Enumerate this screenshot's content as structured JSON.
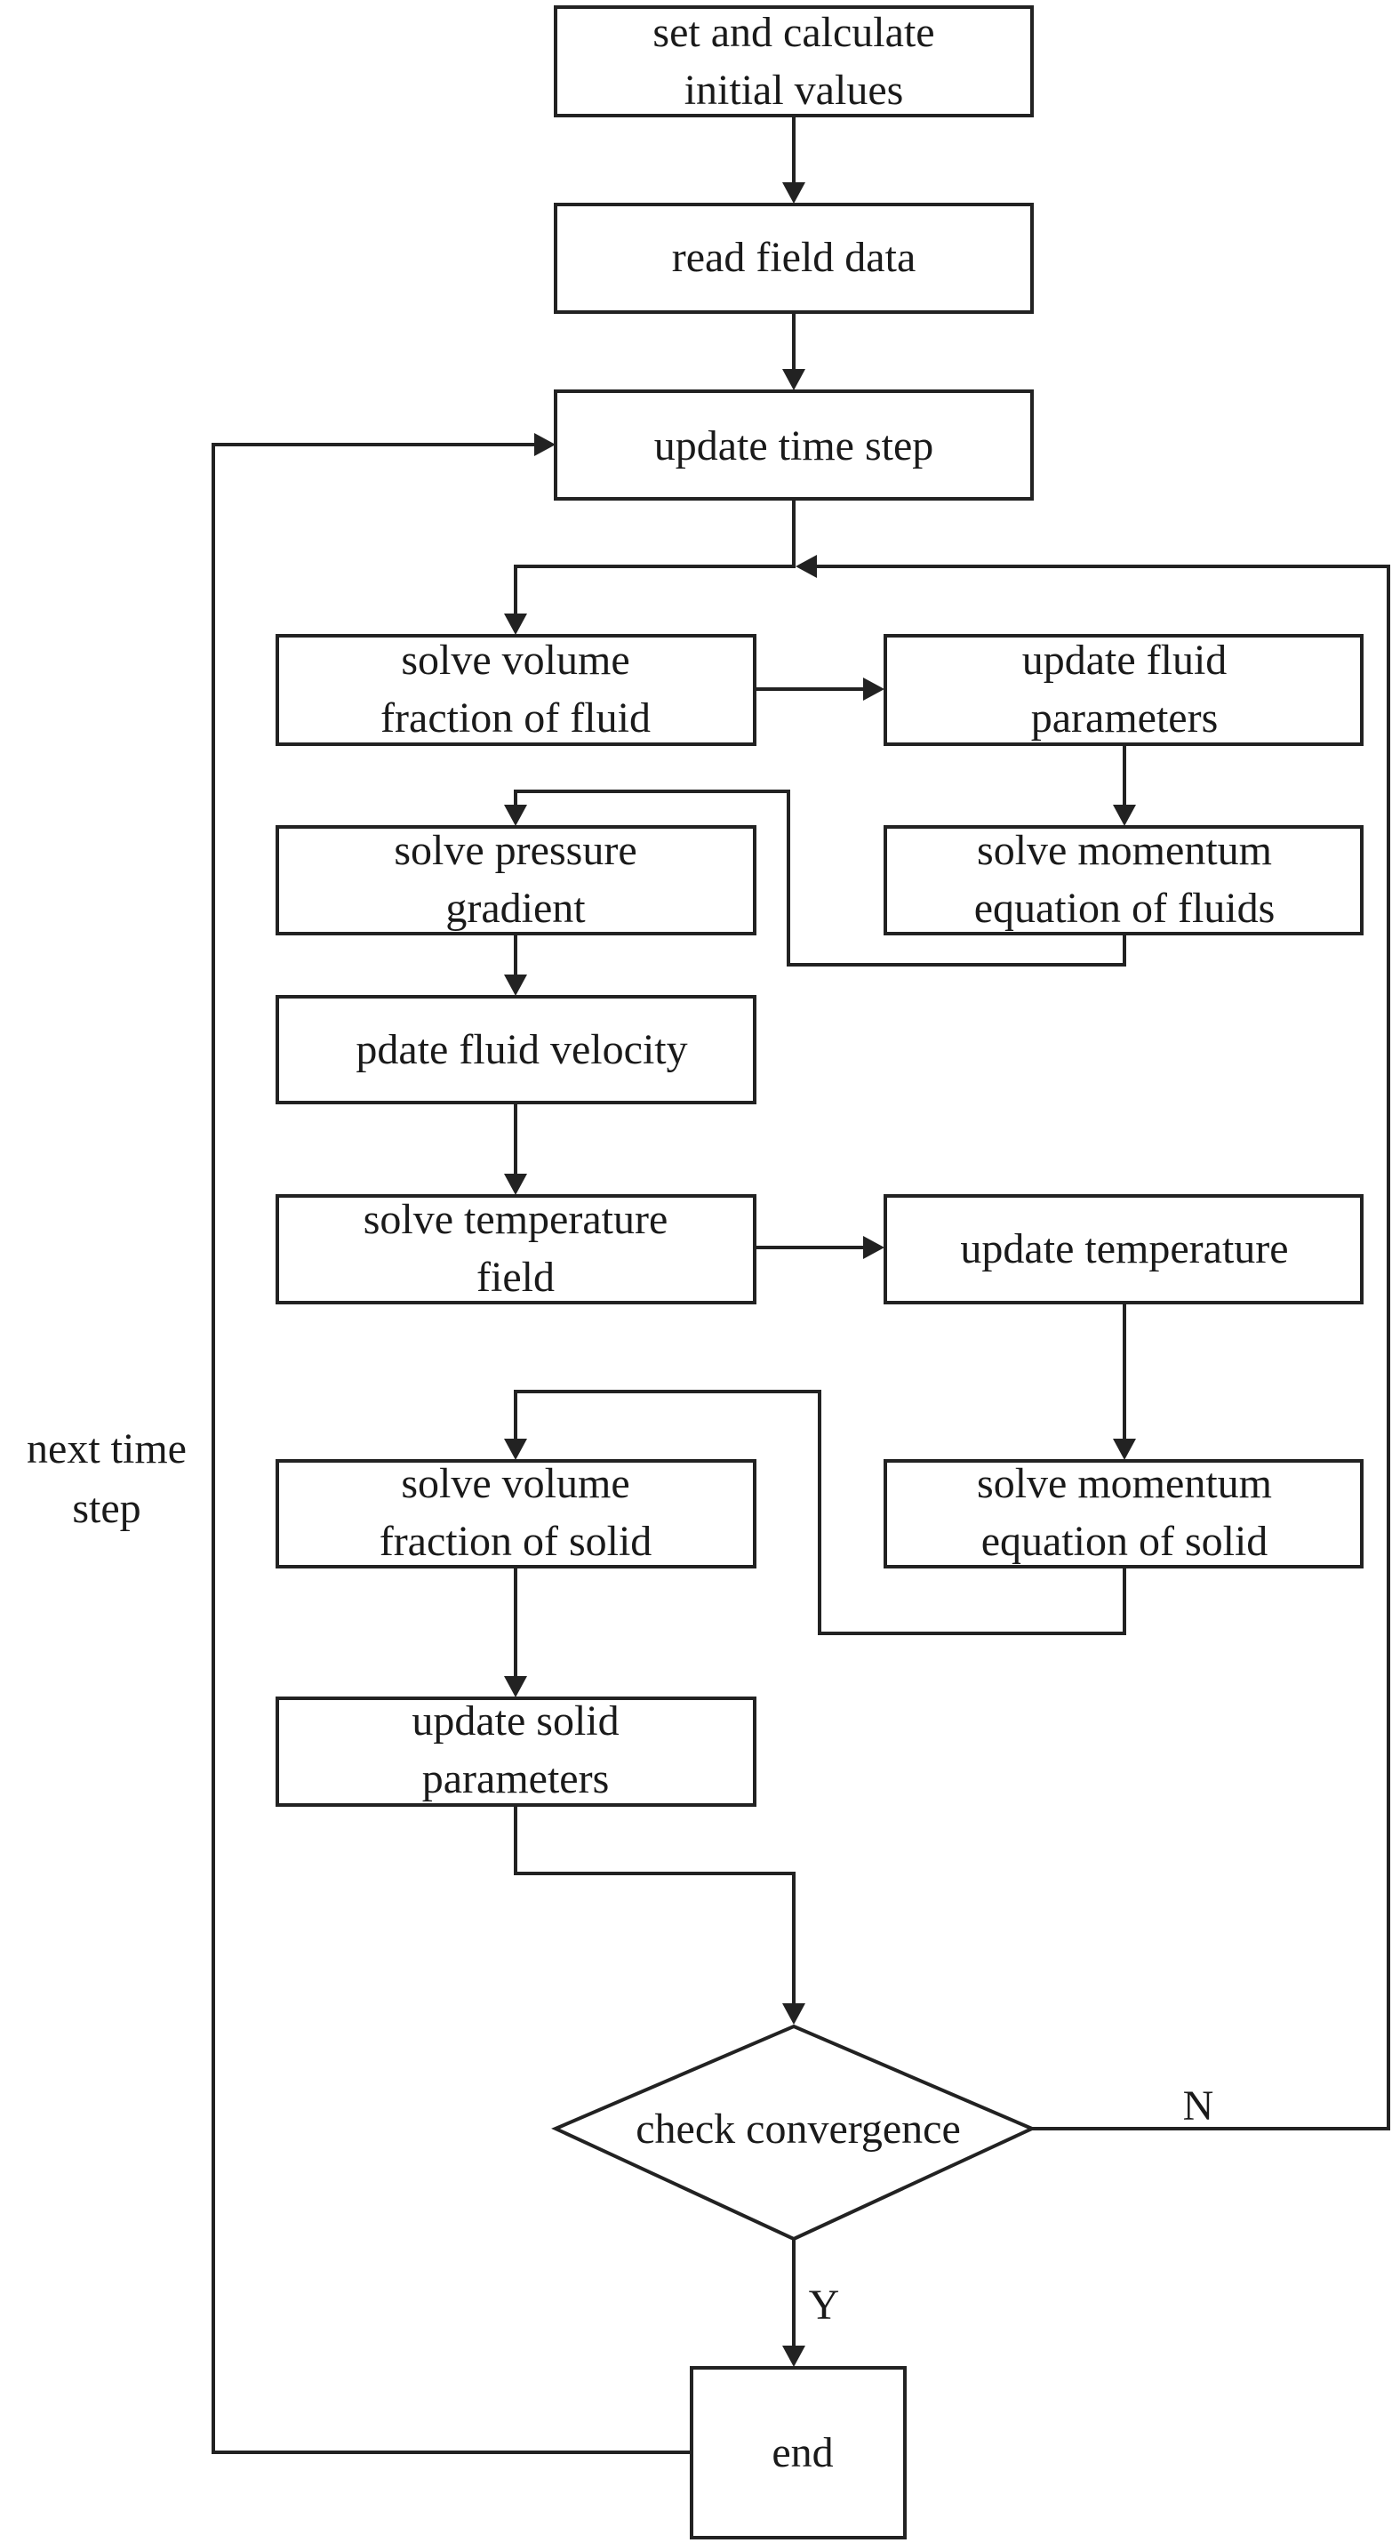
{
  "boxes": {
    "init_1": "set and calculate",
    "init_2": "initial values",
    "read_field": "read field data",
    "update_time": "update time step",
    "vf_fluid_1": "solve volume",
    "vf_fluid_2": "fraction of fluid",
    "upd_fluid_1": "update fluid",
    "upd_fluid_2": "parameters",
    "pressure_1": "solve pressure",
    "pressure_2": "gradient",
    "mom_fluids_1": "solve momentum",
    "mom_fluids_2": "equation of fluids",
    "velocity": "pdate fluid velocity",
    "temp_field_1": "solve temperature",
    "temp_field_2": "field",
    "upd_temp": "update temperature",
    "vf_solid_1": "solve volume",
    "vf_solid_2": "fraction of solid",
    "mom_solid_1": "solve momentum",
    "mom_solid_2": "equation of solid",
    "upd_solid_1": "update solid",
    "upd_solid_2": "parameters",
    "check": "check convergence",
    "end": "end"
  },
  "labels": {
    "no": "N",
    "yes": "Y",
    "next_1": "next time",
    "next_2": "step"
  },
  "colors": {
    "stroke": "#222222",
    "text": "#1a1a1a",
    "background": "#ffffff"
  }
}
